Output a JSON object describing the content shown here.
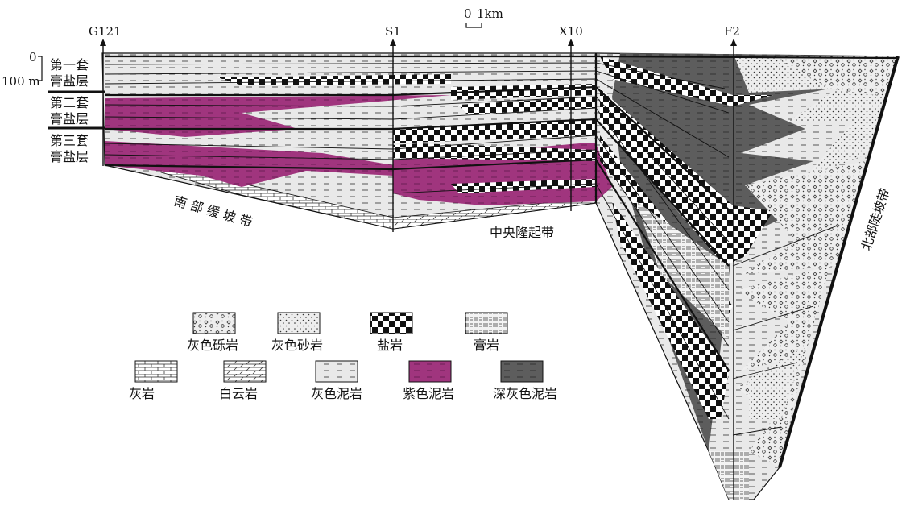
{
  "scale_bar": {
    "zero": "0",
    "label": "1km"
  },
  "depth_scale": {
    "top": "0",
    "bottom": "100 m"
  },
  "wells": [
    "G121",
    "S1",
    "X10",
    "F2"
  ],
  "gypsum_salt_sets": [
    {
      "line1": "第一套",
      "line2": "膏盐层"
    },
    {
      "line1": "第二套",
      "line2": "膏盐层"
    },
    {
      "line1": "第三套",
      "line2": "膏盐层"
    }
  ],
  "zones": {
    "south": "南 部 缓 坡 带",
    "central": "中央隆起带",
    "north": "北部陡坡带"
  },
  "legend": [
    {
      "id": "conglomerate",
      "label": "灰色砾岩",
      "pattern": "pat-conglomerate"
    },
    {
      "id": "sandstone",
      "label": "灰色砂岩",
      "pattern": "pat-sand"
    },
    {
      "id": "salt",
      "label": "盐岩",
      "pattern": "pat-salt"
    },
    {
      "id": "gypsum",
      "label": "膏岩",
      "pattern": "pat-gypsum"
    },
    {
      "id": "limestone",
      "label": "灰岩",
      "pattern": "pat-limestone"
    },
    {
      "id": "dolomite",
      "label": "白云岩",
      "pattern": "pat-dolomite"
    },
    {
      "id": "grey-mudstone",
      "label": "灰色泥岩",
      "pattern": "pat-greymud"
    },
    {
      "id": "purple-mudstone",
      "label": "紫色泥岩",
      "pattern": "pat-purple"
    },
    {
      "id": "dark-grey-mudstone",
      "label": "深灰色泥岩",
      "pattern": "pat-darkmud"
    }
  ],
  "colors": {
    "purple": "#a0357e",
    "dark_grey": "#5d5d5d",
    "light_grey": "#e9e9e9",
    "line": "#111111"
  }
}
